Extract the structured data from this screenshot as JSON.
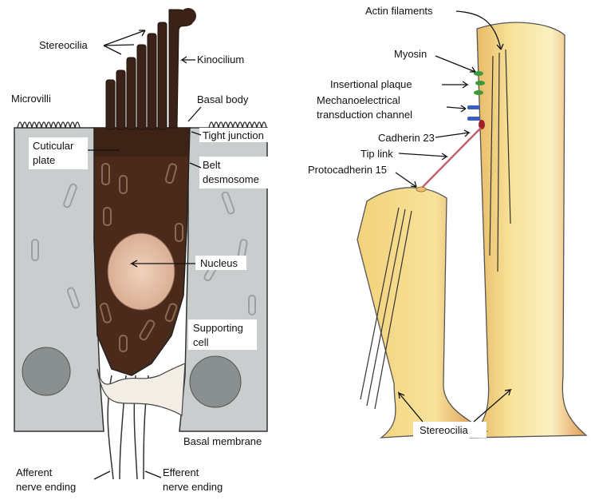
{
  "left_panel": {
    "labels": {
      "stereocilia": "Stereocilia",
      "kinocilium": "Kinocilium",
      "microvilli": "Microvilli",
      "basal_body": "Basal body",
      "tight_junction": "Tight junction",
      "cuticular_plate_1": "Cuticular",
      "cuticular_plate_2": "plate",
      "belt_desmosome_1": "Belt",
      "belt_desmosome_2": "desmosome",
      "nucleus": "Nucleus",
      "supporting_cell_1": "Supporting",
      "supporting_cell_2": "cell",
      "basal_membrane": "Basal membrane",
      "afferent_1": "Afferent",
      "afferent_2": "nerve ending",
      "efferent_1": "Efferent",
      "efferent_2": "nerve ending"
    }
  },
  "right_panel": {
    "labels": {
      "actin_filaments": "Actin filaments",
      "myosin": "Myosin",
      "insertional_plaque": "Insertional plaque",
      "mechanoelectrical_1": "Mechanoelectrical",
      "mechanoelectrical_2": "transduction channel",
      "cadherin_23": "Cadherin 23",
      "tip_link": "Tip link",
      "protocadherin_15": "Protocadherin 15",
      "stereocilia": "Stereocilia"
    }
  },
  "colors": {
    "hair_cell": "#4a2a1a",
    "supporting_cell": "#c9cdce",
    "nucleus": "#e8c8b0",
    "stereocilium_fill": "#f2d98a",
    "stereocilium_shade": "#d89a50",
    "myosin": "#3c9a3c",
    "channel": "#3a5fc0",
    "tip_link": "#c06070"
  }
}
